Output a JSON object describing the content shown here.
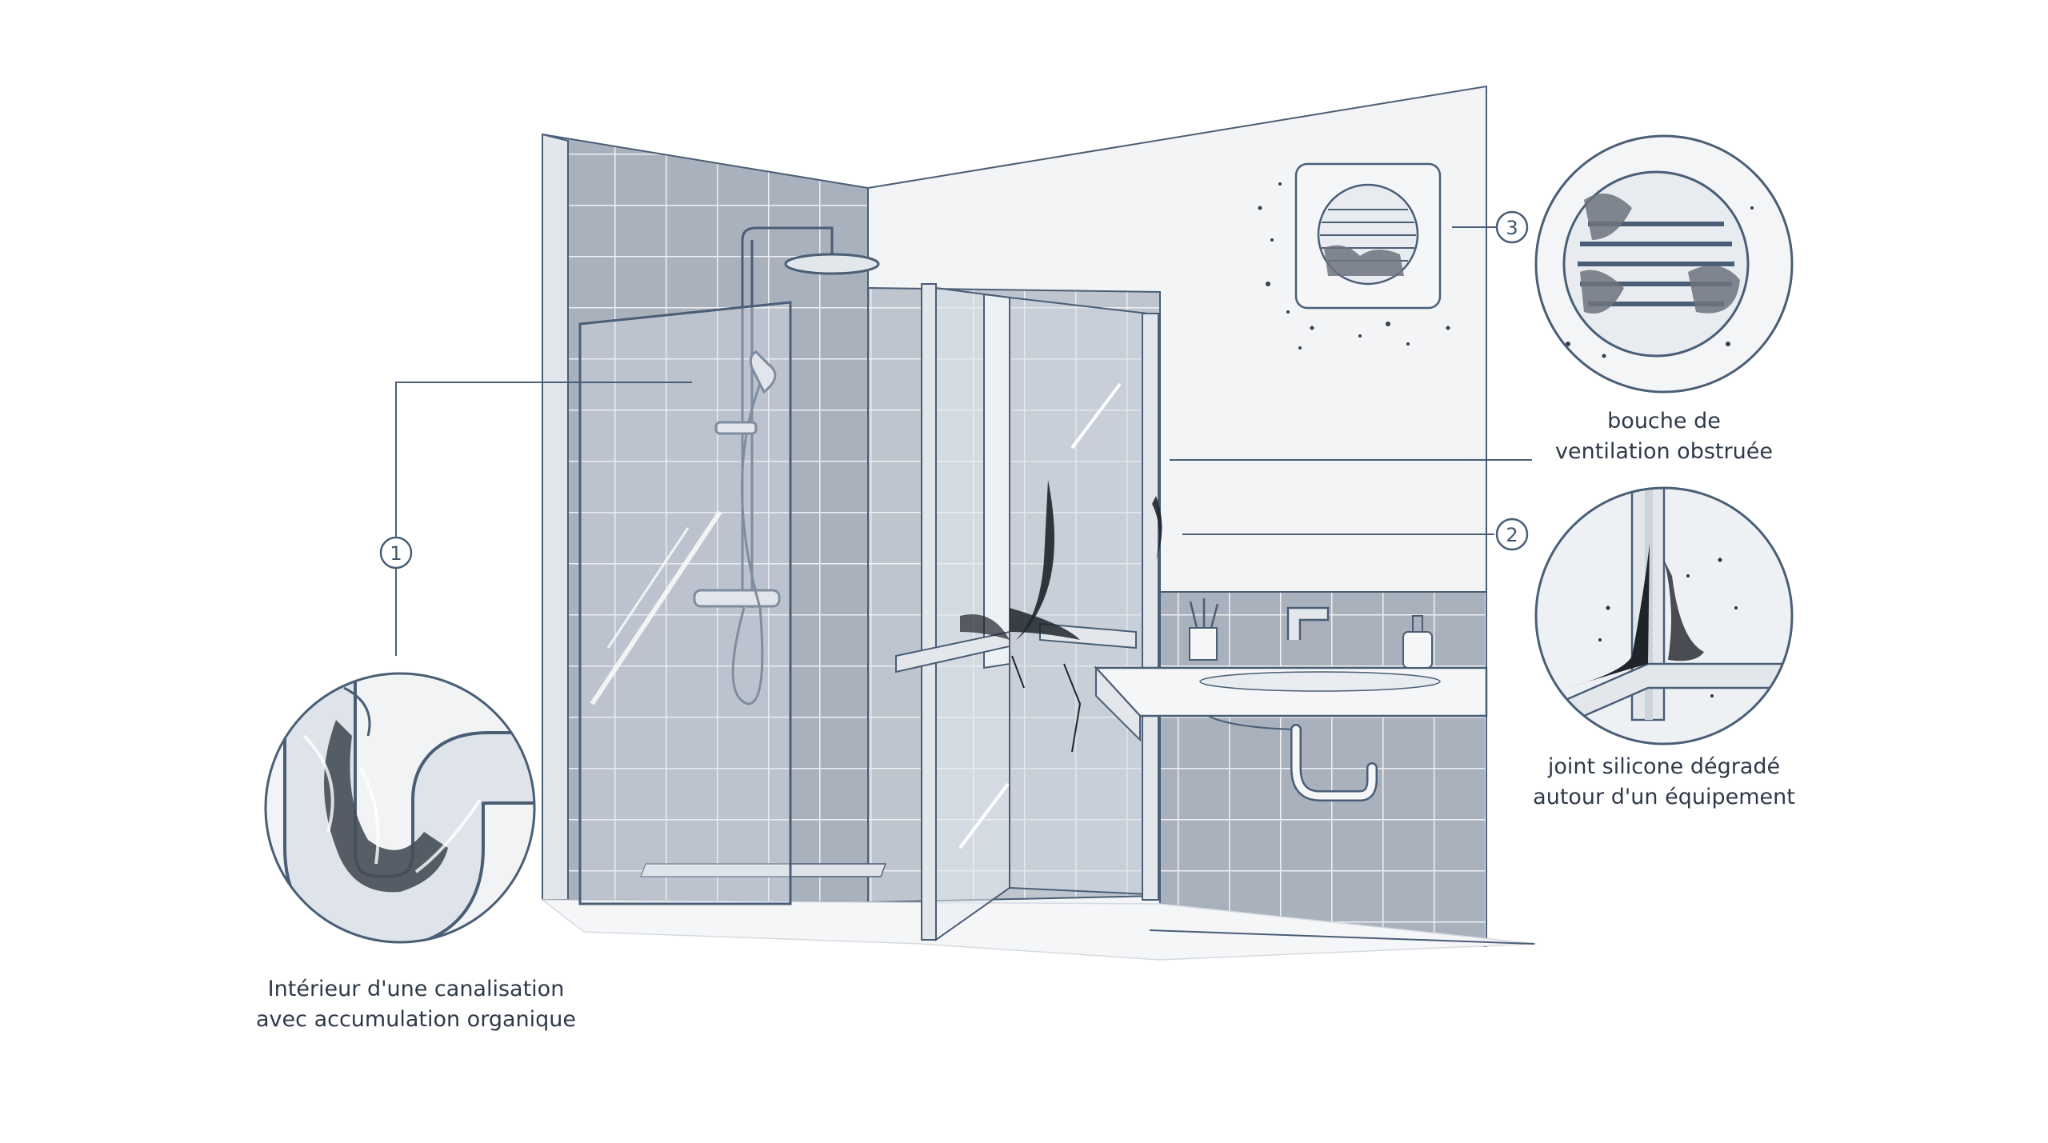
{
  "callouts": [
    {
      "number": "1",
      "caption_lines": [
        "Intérieur d'une canalisation",
        "avec accumulation organique"
      ]
    },
    {
      "number": "2",
      "caption_lines": [
        "joint silicone dégradé",
        "autour d'un équipement"
      ]
    },
    {
      "number": "3",
      "caption_lines": [
        "bouche de",
        "ventilation obstruée"
      ]
    }
  ],
  "colors": {
    "line": "#4a5e76",
    "tile": "#a9b1bd",
    "tile_light": "#c3c9d1",
    "grout": "#e8ebef",
    "wall_light": "#f1f3f5",
    "mold": "#1f242b"
  }
}
